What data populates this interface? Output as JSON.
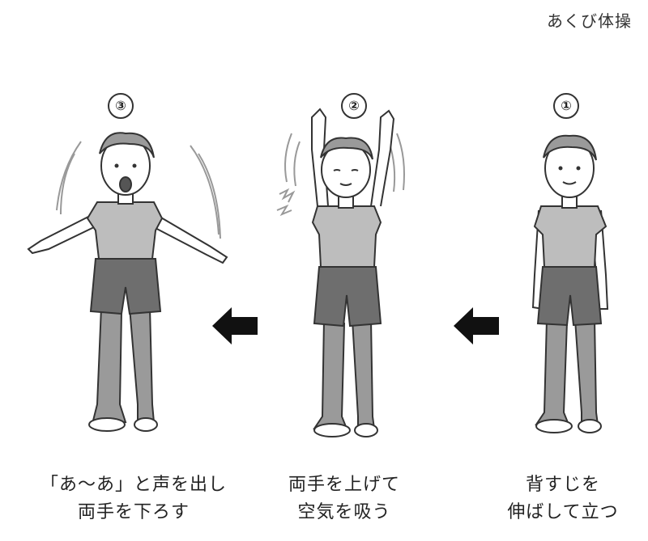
{
  "title": "あくび体操",
  "steps": [
    {
      "number": "①",
      "caption_line1": "背すじを",
      "caption_line2": "伸ばして立つ"
    },
    {
      "number": "②",
      "caption_line1": "両手を上げて",
      "caption_line2": "空気を吸う"
    },
    {
      "number": "③",
      "caption_line1": "「あ〜あ」と声を出し",
      "caption_line2": "両手を下ろす"
    }
  ],
  "colors": {
    "line": "#333333",
    "shirt": "#bdbdbd",
    "shorts": "#6e6e6e",
    "leggings": "#9a9a9a",
    "skin": "#ffffff",
    "arrow": "#111111"
  }
}
